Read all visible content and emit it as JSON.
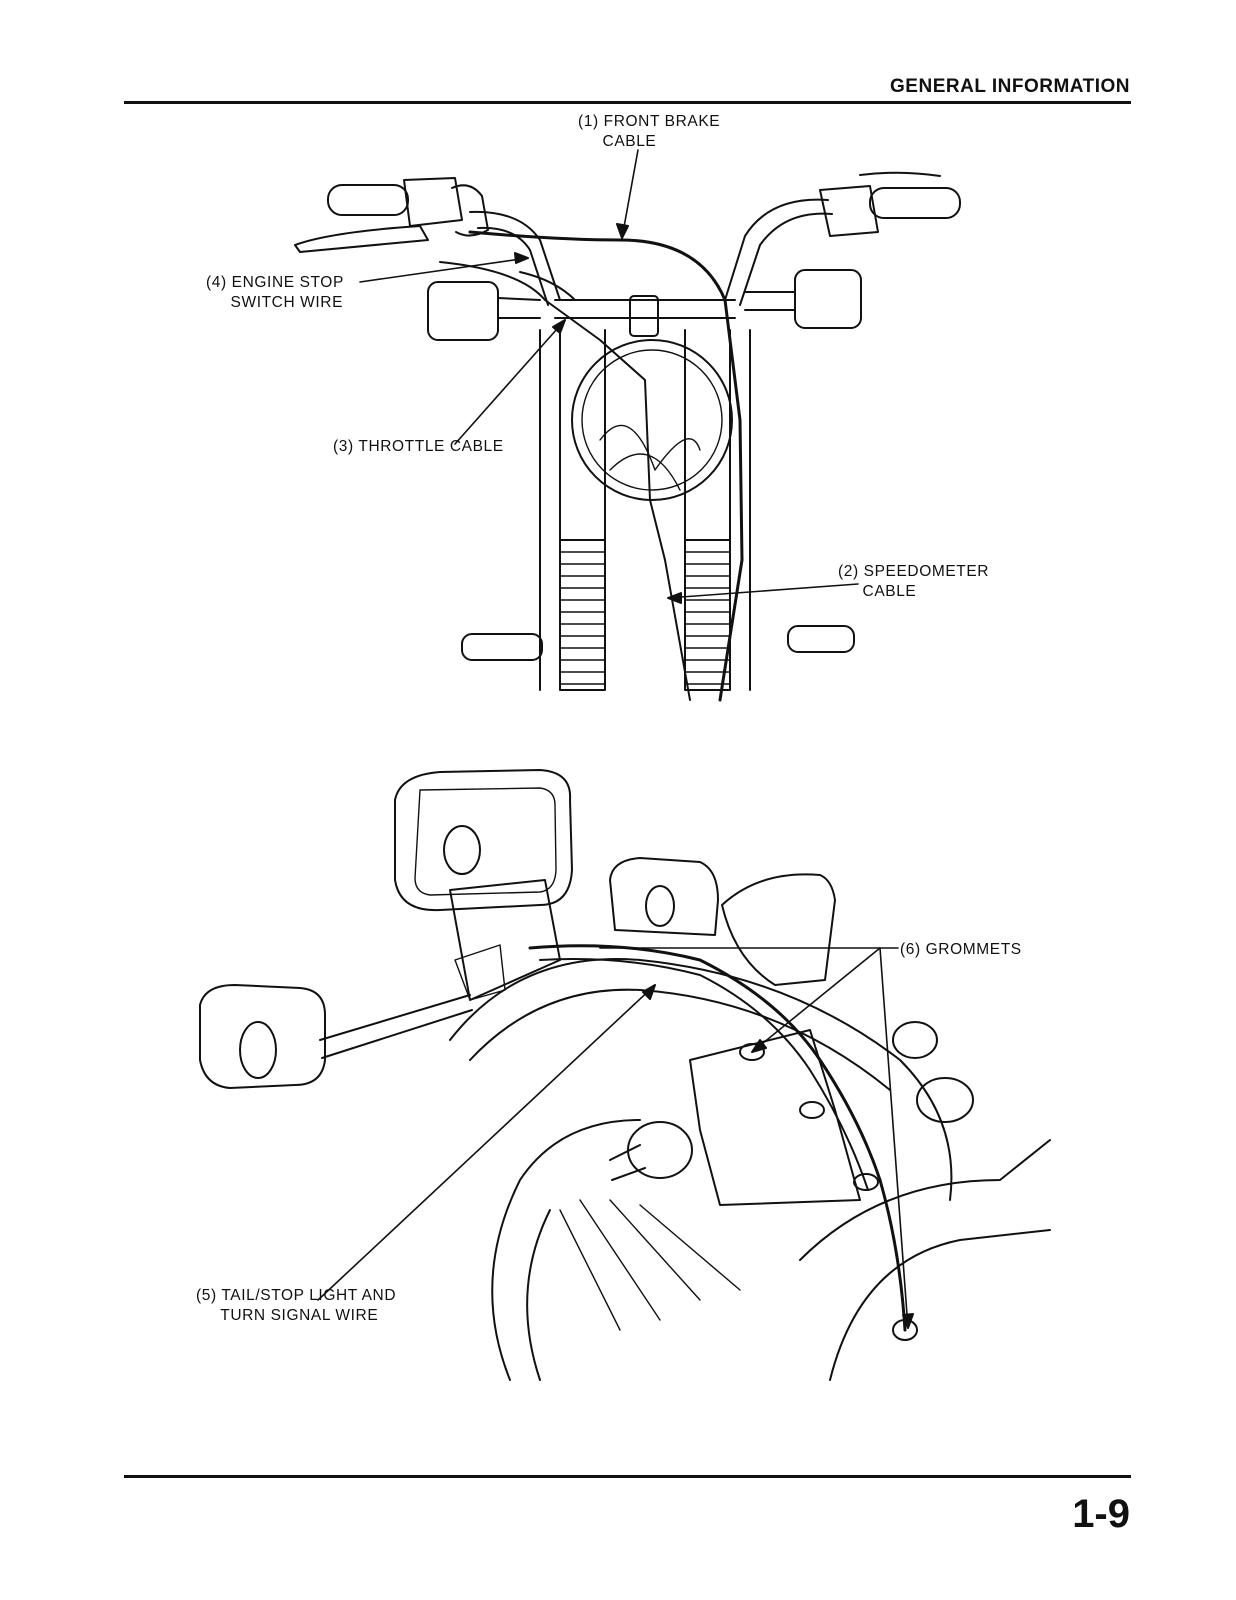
{
  "header": {
    "section_title": "GENERAL INFORMATION"
  },
  "footer": {
    "page_number": "1-9"
  },
  "figure_top": {
    "labels": {
      "front_brake_cable": "(1) FRONT BRAKE\n     CABLE",
      "engine_stop_switch_wire": "(4) ENGINE STOP\n     SWITCH WIRE",
      "throttle_cable": "(3) THROTTLE CABLE",
      "speedometer_cable": "(2) SPEEDOMETER\n     CABLE"
    }
  },
  "figure_bottom": {
    "labels": {
      "grommets": "(6) GROMMETS",
      "tail_stop_light_wire": "(5) TAIL/STOP LIGHT AND\n     TURN SIGNAL WIRE"
    }
  }
}
